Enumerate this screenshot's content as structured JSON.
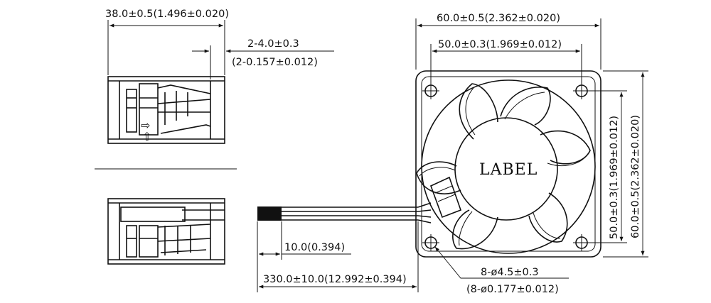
{
  "dimensions": {
    "depth": "38.0±0.5(1.496±0.020)",
    "flange": "2-4.0±0.3",
    "flange_in": "(2-0.157±0.012)",
    "strip": "10.0(0.394)",
    "lead": "330.0±10.0(12.992±0.394)",
    "width_outer": "60.0±0.5(2.362±0.020)",
    "width_holes": "50.0±0.3(1.969±0.012)",
    "height_holes": "50.0±0.3(1.969±0.012)",
    "height_outer": "60.0±0.5(2.362±0.020)",
    "hole_count": "8-ø4.5±0.3",
    "hole_count_in": "(8-ø0.177±0.012)"
  },
  "hub_label": "LABEL",
  "airflow_glyph": "⇨",
  "rotation_glyph": "⇧"
}
